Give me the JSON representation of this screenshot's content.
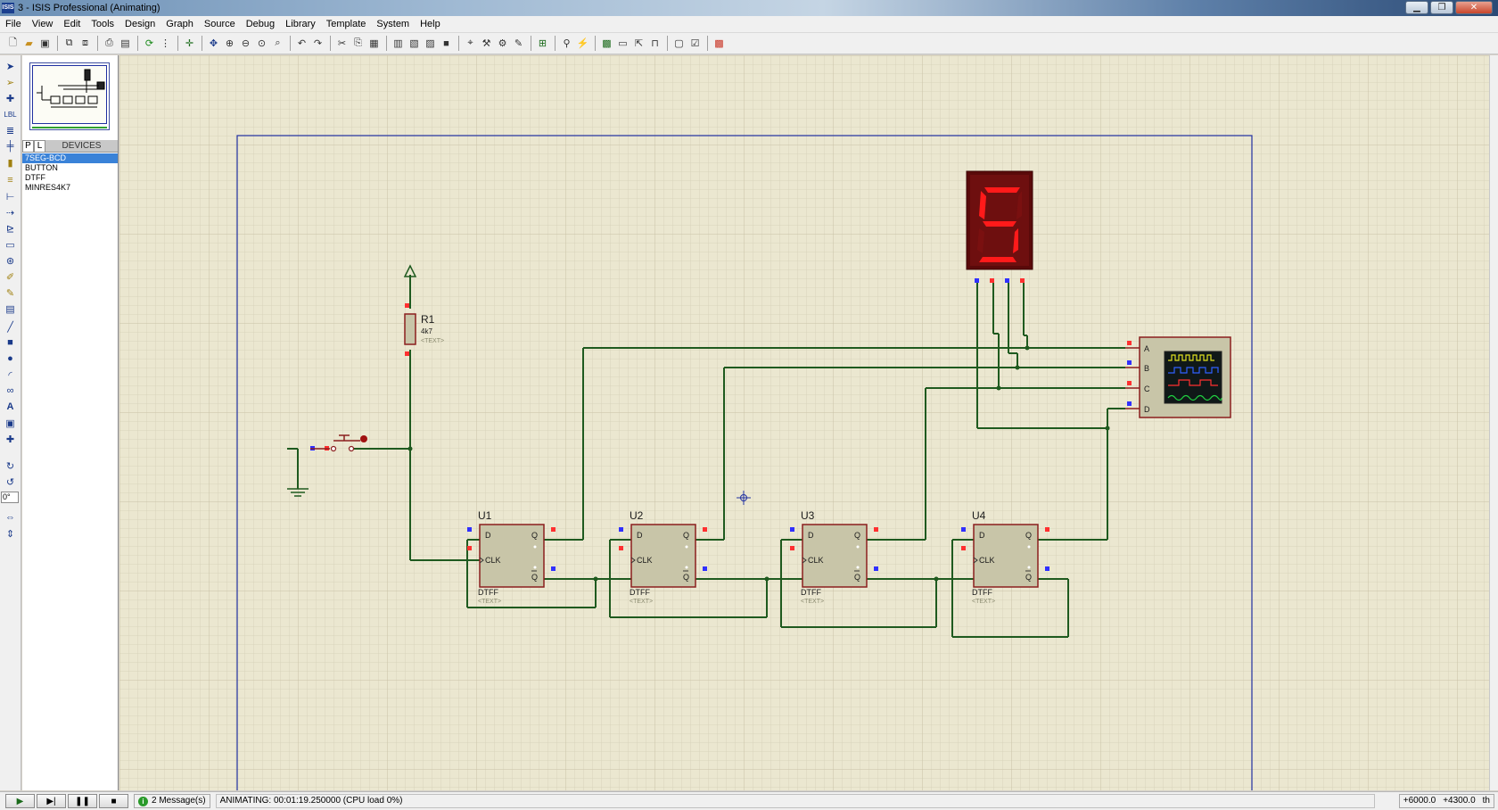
{
  "window": {
    "title": "3 - ISIS Professional (Animating)",
    "icon_label": "ISIS"
  },
  "menu": [
    "File",
    "View",
    "Edit",
    "Tools",
    "Design",
    "Graph",
    "Source",
    "Debug",
    "Library",
    "Template",
    "System",
    "Help"
  ],
  "devices": {
    "tab_p": "P",
    "tab_l": "L",
    "header": "DEVICES",
    "items": [
      "7SEG-BCD",
      "BUTTON",
      "DTFF",
      "MINRES4K7"
    ],
    "selected_index": 0
  },
  "left_strip": {
    "rotation_value": "0°"
  },
  "schematic": {
    "resistor": {
      "ref": "R1",
      "value": "4k7",
      "text": "<TEXT>"
    },
    "flipflops": [
      {
        "ref": "U1",
        "type": "DTFF",
        "text": "<TEXT>"
      },
      {
        "ref": "U2",
        "type": "DTFF",
        "text": "<TEXT>"
      },
      {
        "ref": "U3",
        "type": "DTFF",
        "text": "<TEXT>"
      },
      {
        "ref": "U4",
        "type": "DTFF",
        "text": "<TEXT>"
      }
    ],
    "pin_labels": {
      "d": "D",
      "q": "Q",
      "clk": "CLK",
      "qbar": "Q"
    },
    "scope_channels": [
      "A",
      "B",
      "C",
      "D"
    ],
    "display_digit": "5",
    "colors": {
      "wire": "#1f5a1f",
      "component_fill": "#c8c5a8",
      "component_border": "#8b1e1e",
      "segment_on": "#ff1a1a",
      "segment_off": "#7a1010",
      "pin_red": "#ff3030",
      "pin_blue": "#3030ff",
      "boundary": "#2030a0",
      "grid": "#d2cdb5"
    }
  },
  "status": {
    "messages": "2 Message(s)",
    "animating": "ANIMATING: 00:01:19.250000 (CPU load 0%)",
    "coords_x": "+6000.0",
    "coords_y": "+4300.0",
    "units": "th"
  }
}
